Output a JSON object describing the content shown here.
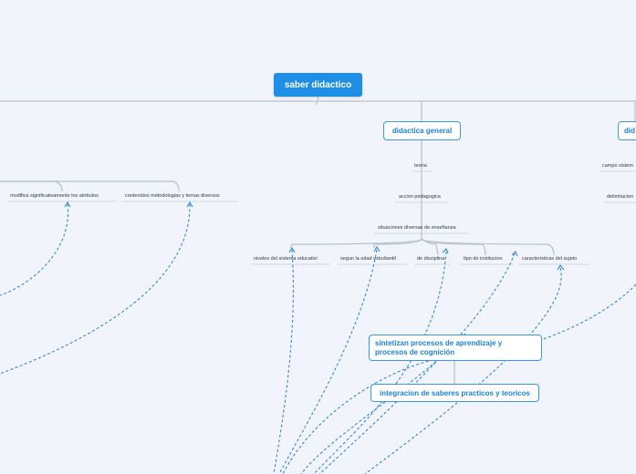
{
  "root": {
    "label": "saber didactico"
  },
  "branches": {
    "didactica_general": "didactica general",
    "right_partial": "did"
  },
  "leaves": {
    "teoria": "teoria",
    "accion_pedagogica": "accion pedagogica",
    "situaciones": "situaciones diversas de enseñanza",
    "niveles": "niveles del sistema educativi",
    "segun_edad": "segun la edad estudiantil",
    "de_disciplina": "de disciplina",
    "tipo_institucion": "tipo de institucion",
    "caracteristicas": "caracteristicas del sujeto",
    "modifica": "modifica significativamente los atributos",
    "contenidos": "contenidos metodologias y temas diversos",
    "campo": "campo sistem",
    "delimitacion": "delimitacion"
  },
  "floating": {
    "sintetizan": "sintetizan procesos de aprendizaje y procesos de cognición",
    "integracion": "integracion de saberes practicos y teoricos"
  },
  "colors": {
    "background": "#f1f4fb",
    "root_fill": "#1e8fe4",
    "accent": "#1e7fd6",
    "connector": "#b9c0cc",
    "relation": "#1f7fd3"
  }
}
